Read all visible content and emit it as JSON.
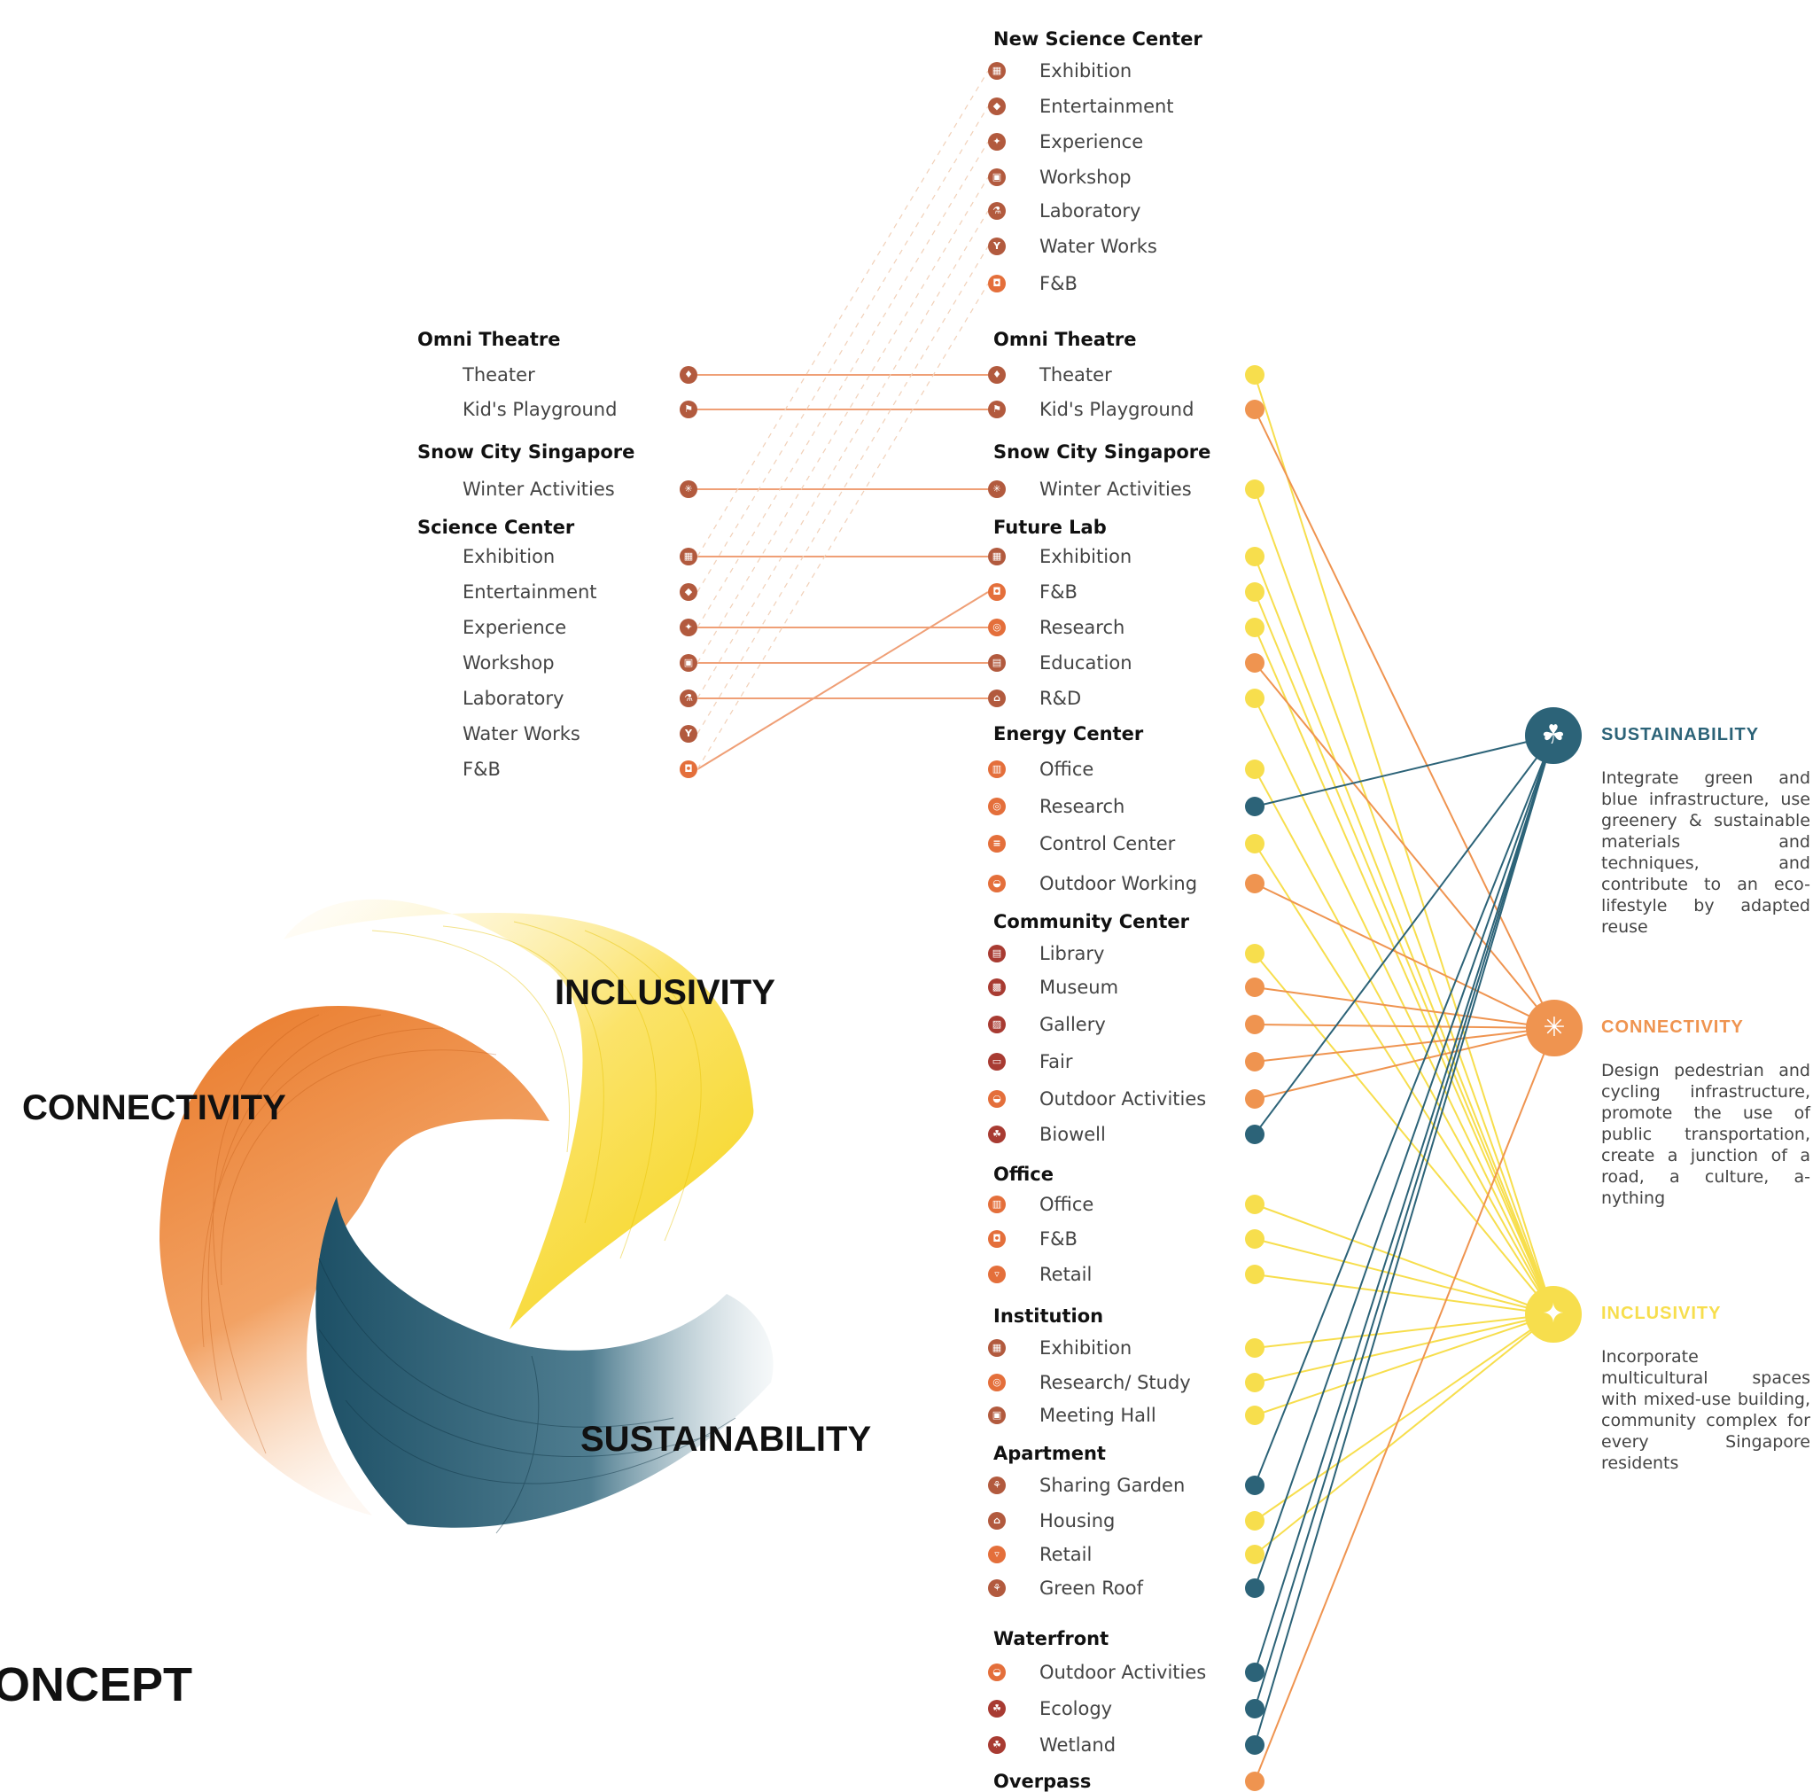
{
  "concept_title": "ONCEPT",
  "colors": {
    "sustainability": "#2c6378",
    "connectivity": "#ef9450",
    "inclusivity": "#f7de4d",
    "icon_brown": "#b25a3e",
    "icon_orange": "#e46f3b",
    "icon_darkred": "#a83b32"
  },
  "swirl_labels": {
    "inclusivity": "INCLUSIVITY",
    "connectivity": "CONNECTIVITY",
    "sustainability": "SUSTAINABILITY"
  },
  "existing": {
    "groups": [
      {
        "title": "Omni Theatre",
        "items": [
          {
            "label": "Theater",
            "icon": "theater-icon"
          },
          {
            "label": "Kid's Playground",
            "icon": "playground-icon"
          }
        ]
      },
      {
        "title": "Snow City Singapore",
        "items": [
          {
            "label": "Winter Activities",
            "icon": "snowflake-icon"
          }
        ]
      },
      {
        "title": "Science Center",
        "items": [
          {
            "label": "Exhibition",
            "icon": "exhibition-icon"
          },
          {
            "label": "Entertainment",
            "icon": "entertainment-icon"
          },
          {
            "label": "Experience",
            "icon": "experience-icon"
          },
          {
            "label": "Workshop",
            "icon": "workshop-icon"
          },
          {
            "label": "Laboratory",
            "icon": "laboratory-icon"
          },
          {
            "label": "Water Works",
            "icon": "water-works-icon"
          },
          {
            "label": "F&B",
            "icon": "food-icon"
          }
        ]
      }
    ]
  },
  "proposed": {
    "groups": [
      {
        "title": "New Science Center",
        "items": [
          {
            "label": "Exhibition",
            "icon": "exhibition-icon"
          },
          {
            "label": "Entertainment",
            "icon": "entertainment-icon"
          },
          {
            "label": "Experience",
            "icon": "experience-icon"
          },
          {
            "label": "Workshop",
            "icon": "workshop-icon"
          },
          {
            "label": "Laboratory",
            "icon": "laboratory-icon"
          },
          {
            "label": "Water Works",
            "icon": "water-works-icon"
          },
          {
            "label": "F&B",
            "icon": "food-icon"
          }
        ]
      },
      {
        "title": "Omni Theatre",
        "items": [
          {
            "label": "Theater",
            "icon": "theater-icon",
            "pillar": "inclusivity"
          },
          {
            "label": "Kid's Playground",
            "icon": "playground-icon",
            "pillar": "connectivity"
          }
        ]
      },
      {
        "title": "Snow City Singapore",
        "items": [
          {
            "label": "Winter Activities",
            "icon": "snowflake-icon",
            "pillar": "inclusivity"
          }
        ]
      },
      {
        "title": "Future Lab",
        "items": [
          {
            "label": "Exhibition",
            "icon": "exhibition-icon",
            "pillar": "inclusivity"
          },
          {
            "label": "F&B",
            "icon": "food-icon",
            "pillar": "inclusivity"
          },
          {
            "label": "Research",
            "icon": "research-icon",
            "pillar": "inclusivity"
          },
          {
            "label": "Education",
            "icon": "education-icon",
            "pillar": "connectivity"
          },
          {
            "label": "R&D",
            "icon": "rnd-icon",
            "pillar": "inclusivity"
          }
        ]
      },
      {
        "title": "Energy Center",
        "items": [
          {
            "label": "Office",
            "icon": "office-icon",
            "pillar": "inclusivity"
          },
          {
            "label": "Research",
            "icon": "research-icon",
            "pillar": "sustainability"
          },
          {
            "label": "Control Center",
            "icon": "control-icon",
            "pillar": "inclusivity"
          },
          {
            "label": "Outdoor Working",
            "icon": "outdoor-icon",
            "pillar": "connectivity"
          }
        ]
      },
      {
        "title": "Community Center",
        "items": [
          {
            "label": "Library",
            "icon": "library-icon",
            "pillar": "inclusivity"
          },
          {
            "label": "Museum",
            "icon": "museum-icon",
            "pillar": "connectivity"
          },
          {
            "label": "Gallery",
            "icon": "gallery-icon",
            "pillar": "connectivity"
          },
          {
            "label": "Fair",
            "icon": "fair-icon",
            "pillar": "connectivity"
          },
          {
            "label": "Outdoor Activities",
            "icon": "outdoor-icon",
            "pillar": "connectivity"
          },
          {
            "label": "Biowell",
            "icon": "leaf-icon",
            "pillar": "sustainability"
          }
        ]
      },
      {
        "title": "Office",
        "items": [
          {
            "label": "Office",
            "icon": "office-icon",
            "pillar": "inclusivity"
          },
          {
            "label": "F&B",
            "icon": "food-icon",
            "pillar": "inclusivity"
          },
          {
            "label": "Retail",
            "icon": "cart-icon",
            "pillar": "inclusivity"
          }
        ]
      },
      {
        "title": "Institution",
        "items": [
          {
            "label": "Exhibition",
            "icon": "exhibition-icon",
            "pillar": "inclusivity"
          },
          {
            "label": "Research/ Study",
            "icon": "research-icon",
            "pillar": "inclusivity"
          },
          {
            "label": "Meeting Hall",
            "icon": "meeting-icon",
            "pillar": "inclusivity"
          }
        ]
      },
      {
        "title": "Apartment",
        "items": [
          {
            "label": "Sharing Garden",
            "icon": "garden-icon",
            "pillar": "sustainability"
          },
          {
            "label": "Housing",
            "icon": "housing-icon",
            "pillar": "inclusivity"
          },
          {
            "label": "Retail",
            "icon": "cart-icon",
            "pillar": "inclusivity"
          },
          {
            "label": "Green Roof",
            "icon": "garden-icon",
            "pillar": "sustainability"
          }
        ]
      },
      {
        "title": "Waterfront",
        "items": [
          {
            "label": "Outdoor Activities",
            "icon": "outdoor-icon",
            "pillar": "sustainability"
          },
          {
            "label": "Ecology",
            "icon": "leaf-icon",
            "pillar": "sustainability"
          },
          {
            "label": "Wetland",
            "icon": "leaf-icon",
            "pillar": "sustainability"
          }
        ]
      },
      {
        "title": "Overpass",
        "items": []
      }
    ],
    "overpass_pillar": "connectivity"
  },
  "pillars": [
    {
      "key": "sustainability",
      "title": "SUSTAINABILITY",
      "icon": "hand-leaf-icon",
      "description": "Integrate green and blue infrastructure, use greenery & sustainable materials and techniques, and contribute to an eco-lifestyle by adapted reuse"
    },
    {
      "key": "connectivity",
      "title": "CONNECTIVITY",
      "icon": "network-icon",
      "description": "Design pedestrian and cycling infrastructure, promote the use of public transportation, create a junction of a road, a culture, a-nything"
    },
    {
      "key": "inclusivity",
      "title": "INCLUSIVITY",
      "icon": "people-icon",
      "description": "Incorporate multicultural spaces with mixed-use building, community complex for every Singapore residents"
    }
  ]
}
